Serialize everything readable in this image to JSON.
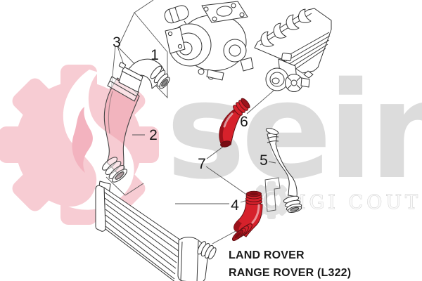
{
  "watermark": {
    "brand": "seim",
    "tagline": "MGI COUTIER"
  },
  "callouts": {
    "c1": "1",
    "c2": "2",
    "c3": "3",
    "c4": "4",
    "c5": "5",
    "c6": "6",
    "c7": "7"
  },
  "footer": {
    "line1": "LAND ROVER",
    "line2": "RANGE ROVER (L322)"
  },
  "colors": {
    "hose_red": "#d6212b",
    "hose_red_dark": "#9c121b",
    "hose_red_deep": "#7a0c13",
    "hose_pink": "rgba(238,160,173,0.55)",
    "watermark_pink": "#f7ccd3",
    "watermark_pink_inner": "#f3b3bf",
    "watermark_gray": "#dcdcdc",
    "tagline_gray": "#c9c9c9",
    "line_dark": "#333333",
    "leader_gray": "#555555",
    "text_black": "#1a1a1a"
  }
}
